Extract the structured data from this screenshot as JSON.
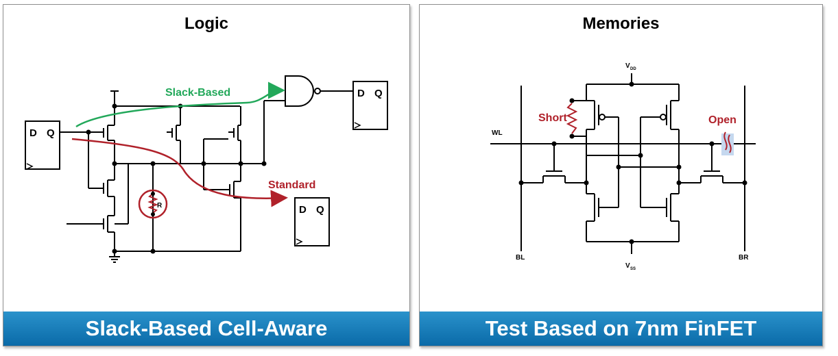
{
  "left_panel": {
    "title": "Logic",
    "footer": "Slack-Based Cell-Aware",
    "labels": {
      "slack": "Slack-Based",
      "standard": "Standard",
      "resistor": "R",
      "d": "D",
      "q": "Q"
    },
    "colors": {
      "slack_path": "#22a85a",
      "standard_path": "#b0212a"
    }
  },
  "right_panel": {
    "title": "Memories",
    "footer": "Test Based on 7nm FinFET",
    "labels": {
      "vdd": "V",
      "vdd_sub": "DD",
      "vss": "V",
      "vss_sub": "SS",
      "wl": "WL",
      "bl": "BL",
      "br": "BR",
      "short": "Short",
      "open": "Open"
    },
    "colors": {
      "defect": "#b0212a",
      "open_highlight": "#c5d8ef"
    }
  },
  "style": {
    "footer_color": "#1a7fbd"
  }
}
